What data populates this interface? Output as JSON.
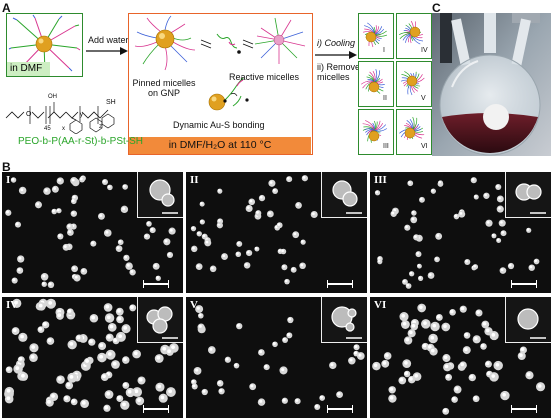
{
  "panel_labels": {
    "a": "A",
    "b": "B",
    "c": "C"
  },
  "panel_a": {
    "left_box_label": "in DMF",
    "add_water_label": "Add water",
    "pinned_label": "Pinned micelles\non GNP",
    "reactive_label": "Reactive micelles",
    "dynamic_label": "Dynamic Au-S bonding",
    "condition_label": "in DMF/H₂O at 110 °C",
    "step1_label": "i) Cooling",
    "step2_label": "ii) Remove\nmicelles",
    "polymer_label": "PEO-b-P(AA-r-St)-b-PSt-SH",
    "structure_sh": "SH",
    "structure_45": "45",
    "structure_x": "x",
    "structure_y": "y",
    "structure_z": "z",
    "structure_oh": "OH",
    "structure_o": "O",
    "products": [
      "I",
      "II",
      "III",
      "IV",
      "V",
      "VI"
    ]
  },
  "panel_b": {
    "panels": [
      "I",
      "II",
      "III",
      "IV",
      "V",
      "VI"
    ]
  },
  "colors": {
    "green_border": "#2e8b2e",
    "orange_border": "#e8642a",
    "orange_fill": "#f28a3a",
    "green_fill": "#cdeec2",
    "polymer_green": "#2aa52a",
    "gold": "#e0a020"
  }
}
